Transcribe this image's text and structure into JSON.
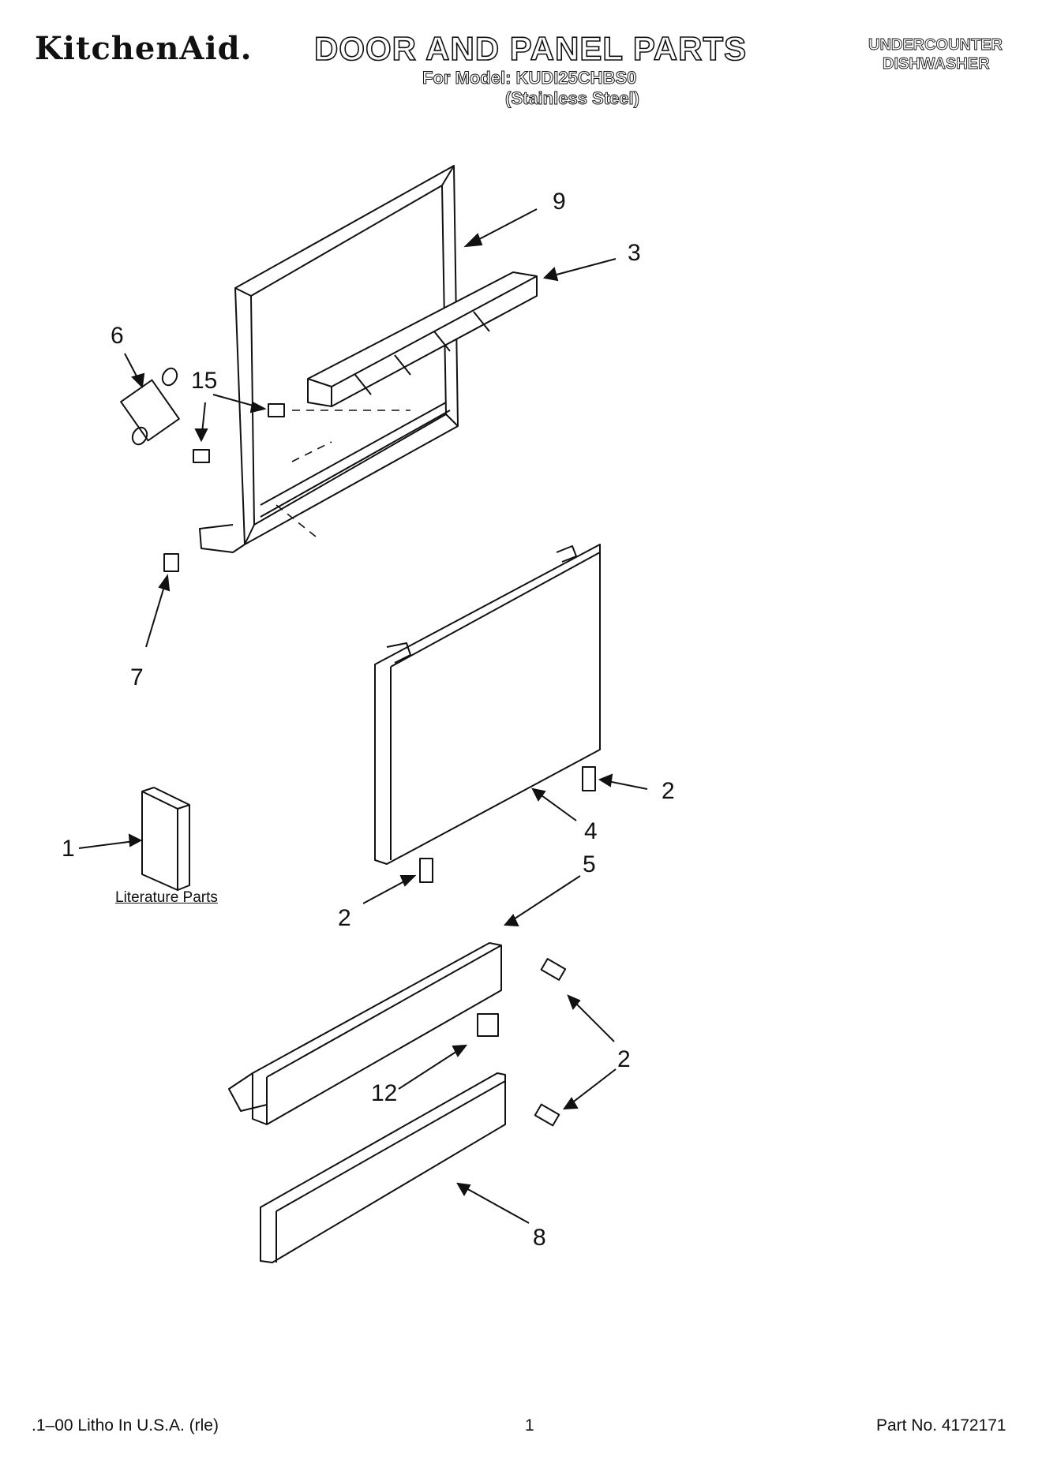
{
  "header": {
    "brand": "KitchenAid.",
    "title": "DOOR AND PANEL PARTS",
    "model_line": "For Model: KUDI25CHBS0",
    "variant": "(Stainless Steel)",
    "product_line1": "UNDERCOUNTER",
    "product_line2": "DISHWASHER"
  },
  "diagram": {
    "callouts": [
      "9",
      "3",
      "6",
      "15",
      "7",
      "2",
      "4",
      "1",
      "5",
      "2",
      "2",
      "12",
      "8"
    ],
    "literature_label": "Literature Parts"
  },
  "footer": {
    "left": ".1–00 Litho In U.S.A. (rle)",
    "page": "1",
    "part_no": "Part No. 4172171"
  }
}
